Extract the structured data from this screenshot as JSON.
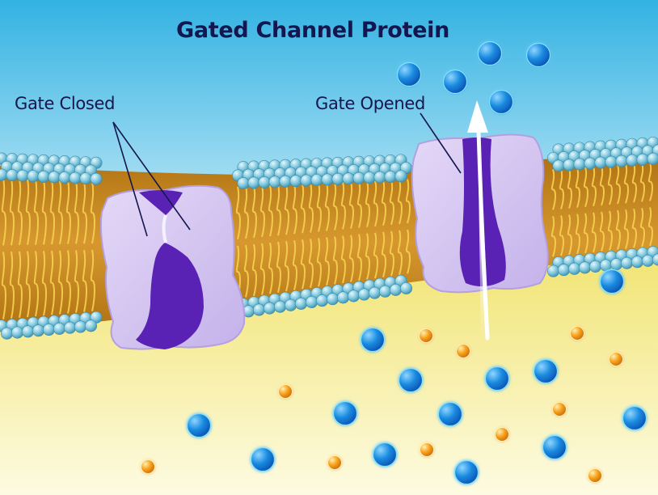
{
  "title": "Gated Channel Protein",
  "labels": {
    "gate_closed": "Gate Closed",
    "gate_opened": "Gate Opened"
  },
  "colors": {
    "sky_top": "#33b2e2",
    "sky_bottom": "#c8ecf8",
    "cytoplasm_top": "#f1e36e",
    "cytoplasm_bottom": "#fdfbe2",
    "phospholipid_head": "#7fc8de",
    "lipid_core": "#c78a22",
    "lipid_tail": "#f6d050",
    "protein_light": "#d4c6f0",
    "protein_dark": "#5a22b4",
    "large_ion": "#1a8be0",
    "small_ion": "#f7a01c",
    "arrow": "#ffffff",
    "text": "#14164f"
  },
  "icons": {
    "closed_channel": "gated-channel-closed-icon",
    "open_channel": "gated-channel-open-icon",
    "flow_arrow": "up-arrow-icon",
    "large_ion": "blue-ion-sphere-icon",
    "small_ion": "orange-ion-sphere-icon"
  }
}
